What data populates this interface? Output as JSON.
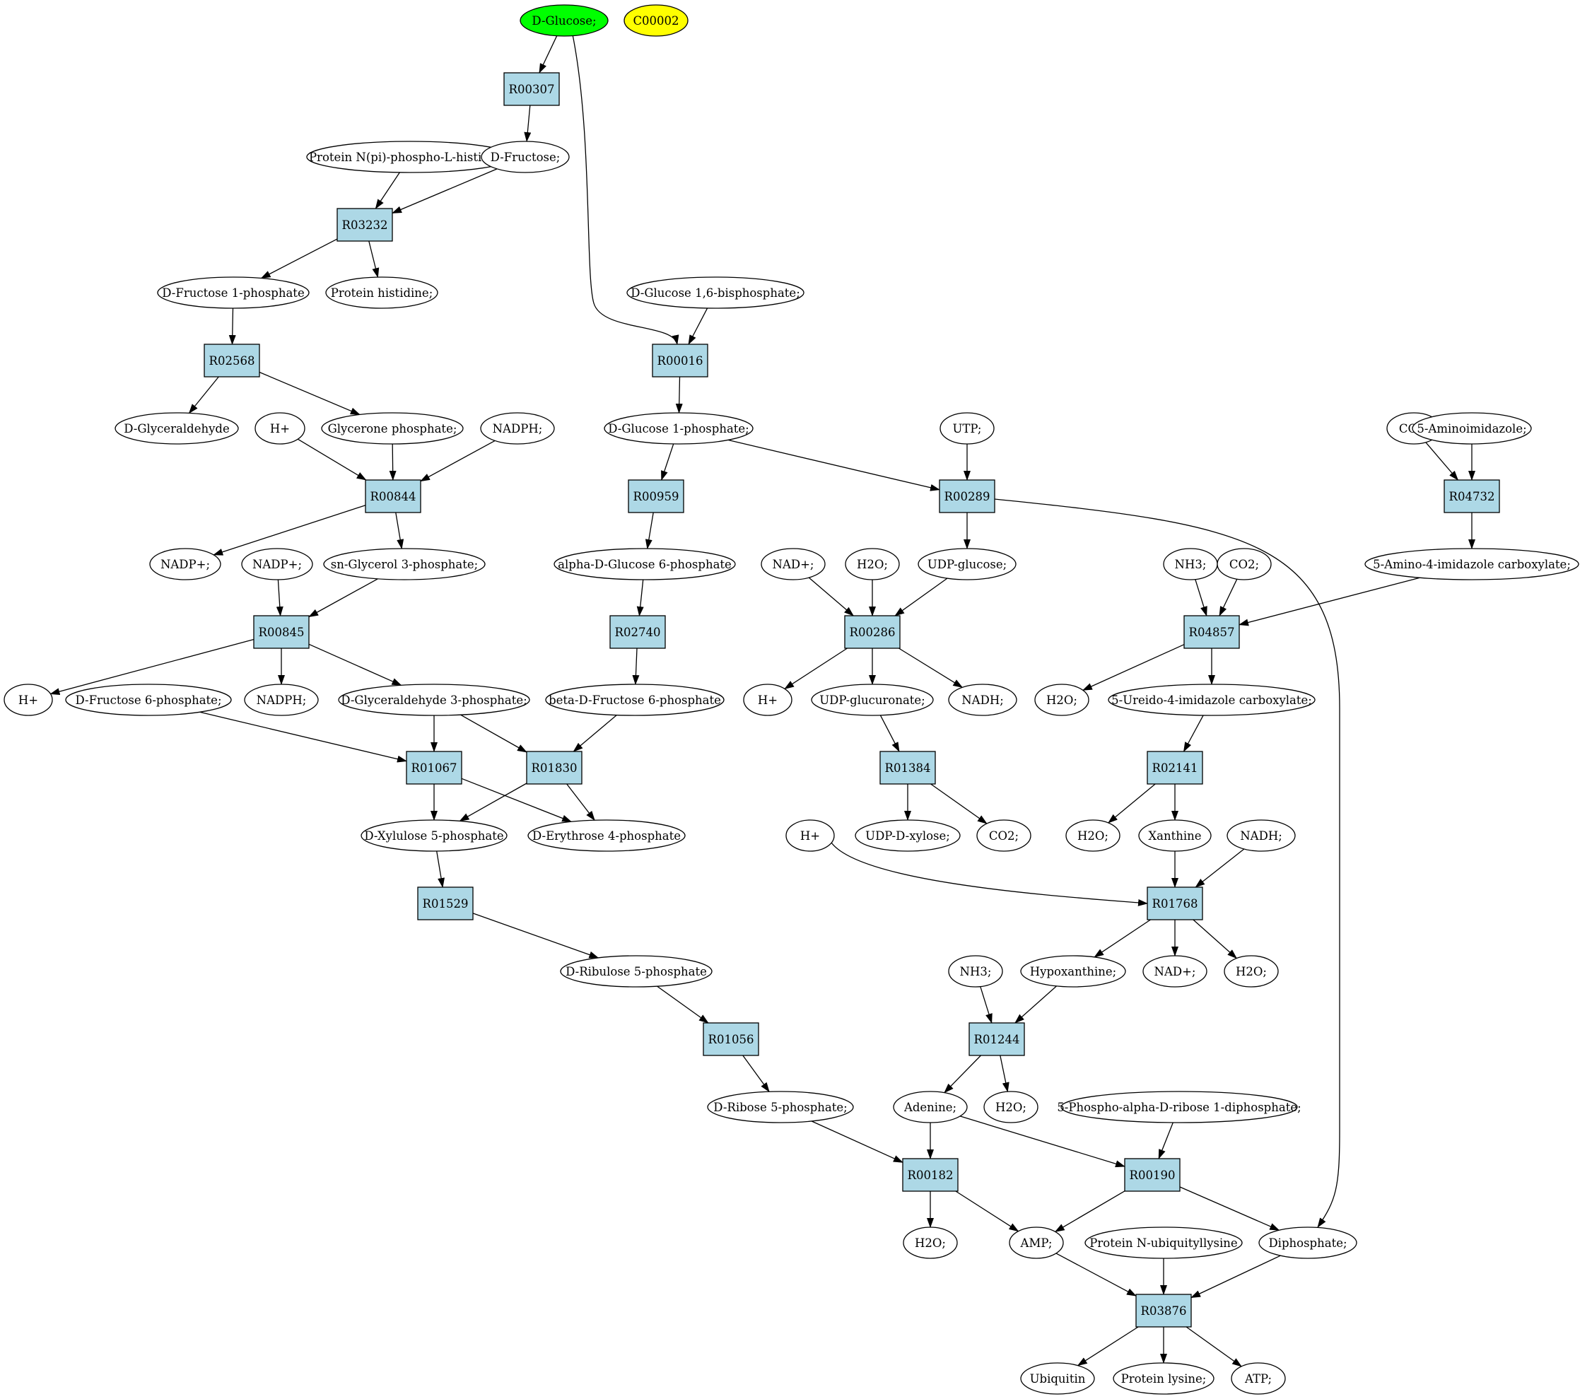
{
  "diagram": {
    "colors": {
      "reaction_fill": "#add8e6",
      "metabolite_fill": "#ffffff",
      "start_fill": "#00ff00",
      "highlight_fill": "#ffff00",
      "stroke": "#000000"
    },
    "nodes": [
      {
        "id": "n_dglucose",
        "label": "D-Glucose;",
        "shape": "ellipse",
        "style": "start"
      },
      {
        "id": "n_c00002",
        "label": "C00002",
        "shape": "ellipse",
        "style": "highlight"
      },
      {
        "id": "r_R00307",
        "label": "R00307",
        "shape": "box"
      },
      {
        "id": "n_protphis",
        "label": "Protein N(pi)-phospho-L-histidine;",
        "shape": "ellipse"
      },
      {
        "id": "n_dfructose",
        "label": "D-Fructose;",
        "shape": "ellipse"
      },
      {
        "id": "r_R03232",
        "label": "R03232",
        "shape": "box"
      },
      {
        "id": "n_dfru1p",
        "label": "D-Fructose 1-phosphate",
        "shape": "ellipse"
      },
      {
        "id": "n_prothis",
        "label": "Protein histidine;",
        "shape": "ellipse"
      },
      {
        "id": "n_dglc16bp",
        "label": "D-Glucose 1,6-bisphosphate;",
        "shape": "ellipse"
      },
      {
        "id": "r_R02568",
        "label": "R02568",
        "shape": "box"
      },
      {
        "id": "r_R00016",
        "label": "R00016",
        "shape": "box"
      },
      {
        "id": "n_dglyceraldehyde",
        "label": "D-Glyceraldehyde",
        "shape": "ellipse"
      },
      {
        "id": "n_hplus1",
        "label": "H+",
        "shape": "ellipse"
      },
      {
        "id": "n_glyceroneP",
        "label": "Glycerone phosphate;",
        "shape": "ellipse"
      },
      {
        "id": "n_nadph1",
        "label": "NADPH;",
        "shape": "ellipse"
      },
      {
        "id": "n_dglc1p",
        "label": "D-Glucose 1-phosphate;",
        "shape": "ellipse"
      },
      {
        "id": "n_utp",
        "label": "UTP;",
        "shape": "ellipse"
      },
      {
        "id": "n_co2a",
        "label": "CO2;",
        "shape": "ellipse"
      },
      {
        "id": "n_5aminoimid",
        "label": "5-Aminoimidazole;",
        "shape": "ellipse"
      },
      {
        "id": "r_R00844",
        "label": "R00844",
        "shape": "box"
      },
      {
        "id": "r_R00959",
        "label": "R00959",
        "shape": "box"
      },
      {
        "id": "r_R00289",
        "label": "R00289",
        "shape": "box"
      },
      {
        "id": "r_R04732",
        "label": "R04732",
        "shape": "box"
      },
      {
        "id": "n_nadpplus1",
        "label": "NADP+;",
        "shape": "ellipse"
      },
      {
        "id": "n_nadpplus2",
        "label": "NADP+;",
        "shape": "ellipse"
      },
      {
        "id": "n_snglycerol3p",
        "label": "sn-Glycerol 3-phosphate;",
        "shape": "ellipse"
      },
      {
        "id": "n_adglc6p",
        "label": "alpha-D-Glucose 6-phosphate",
        "shape": "ellipse"
      },
      {
        "id": "n_nadplus1",
        "label": "NAD+;",
        "shape": "ellipse"
      },
      {
        "id": "n_h2o1",
        "label": "H2O;",
        "shape": "ellipse"
      },
      {
        "id": "n_udpglucose",
        "label": "UDP-glucose;",
        "shape": "ellipse"
      },
      {
        "id": "n_nh3a",
        "label": "NH3;",
        "shape": "ellipse"
      },
      {
        "id": "n_co2b",
        "label": "CO2;",
        "shape": "ellipse"
      },
      {
        "id": "n_5amino4imid",
        "label": "5-Amino-4-imidazole carboxylate;",
        "shape": "ellipse"
      },
      {
        "id": "r_R00845",
        "label": "R00845",
        "shape": "box"
      },
      {
        "id": "r_R02740",
        "label": "R02740",
        "shape": "box"
      },
      {
        "id": "r_R00286",
        "label": "R00286",
        "shape": "box"
      },
      {
        "id": "r_R04857",
        "label": "R04857",
        "shape": "box"
      },
      {
        "id": "n_hplus2",
        "label": "H+",
        "shape": "ellipse"
      },
      {
        "id": "n_dfru6p",
        "label": "D-Fructose 6-phosphate;",
        "shape": "ellipse"
      },
      {
        "id": "n_nadph2",
        "label": "NADPH;",
        "shape": "ellipse"
      },
      {
        "id": "n_dga3p",
        "label": "D-Glyceraldehyde 3-phosphate;",
        "shape": "ellipse"
      },
      {
        "id": "n_bdfru6p",
        "label": "beta-D-Fructose 6-phosphate",
        "shape": "ellipse"
      },
      {
        "id": "n_hplus3",
        "label": "H+",
        "shape": "ellipse"
      },
      {
        "id": "n_udpglucuronate",
        "label": "UDP-glucuronate;",
        "shape": "ellipse"
      },
      {
        "id": "n_nadh1",
        "label": "NADH;",
        "shape": "ellipse"
      },
      {
        "id": "n_h2o2",
        "label": "H2O;",
        "shape": "ellipse"
      },
      {
        "id": "n_5ureido",
        "label": "5-Ureido-4-imidazole carboxylate;",
        "shape": "ellipse"
      },
      {
        "id": "r_R01067",
        "label": "R01067",
        "shape": "box"
      },
      {
        "id": "r_R01830",
        "label": "R01830",
        "shape": "box"
      },
      {
        "id": "r_R01384",
        "label": "R01384",
        "shape": "box"
      },
      {
        "id": "r_R02141",
        "label": "R02141",
        "shape": "box"
      },
      {
        "id": "n_dxyl5p",
        "label": "D-Xylulose 5-phosphate",
        "shape": "ellipse"
      },
      {
        "id": "n_dery4p",
        "label": "D-Erythrose 4-phosphate",
        "shape": "ellipse"
      },
      {
        "id": "n_hplus4",
        "label": "H+",
        "shape": "ellipse"
      },
      {
        "id": "n_udpxylose",
        "label": "UDP-D-xylose;",
        "shape": "ellipse"
      },
      {
        "id": "n_co2c",
        "label": "CO2;",
        "shape": "ellipse"
      },
      {
        "id": "n_h2o3",
        "label": "H2O;",
        "shape": "ellipse"
      },
      {
        "id": "n_xanthine",
        "label": "Xanthine",
        "shape": "ellipse"
      },
      {
        "id": "n_nadh2",
        "label": "NADH;",
        "shape": "ellipse"
      },
      {
        "id": "r_R01529",
        "label": "R01529",
        "shape": "box"
      },
      {
        "id": "r_R01768",
        "label": "R01768",
        "shape": "box"
      },
      {
        "id": "n_dribu5p",
        "label": "D-Ribulose 5-phosphate",
        "shape": "ellipse"
      },
      {
        "id": "n_nh3b",
        "label": "NH3;",
        "shape": "ellipse"
      },
      {
        "id": "n_hypoxanthine",
        "label": "Hypoxanthine;",
        "shape": "ellipse"
      },
      {
        "id": "n_nadplus2",
        "label": "NAD+;",
        "shape": "ellipse"
      },
      {
        "id": "n_h2o4",
        "label": "H2O;",
        "shape": "ellipse"
      },
      {
        "id": "r_R01056",
        "label": "R01056",
        "shape": "box"
      },
      {
        "id": "r_R01244",
        "label": "R01244",
        "shape": "box"
      },
      {
        "id": "n_drib5p",
        "label": "D-Ribose 5-phosphate;",
        "shape": "ellipse"
      },
      {
        "id": "n_adenine",
        "label": "Adenine;",
        "shape": "ellipse"
      },
      {
        "id": "n_h2o5",
        "label": "H2O;",
        "shape": "ellipse"
      },
      {
        "id": "n_prpp",
        "label": "5-Phospho-alpha-D-ribose 1-diphosphate;",
        "shape": "ellipse"
      },
      {
        "id": "r_R00182",
        "label": "R00182",
        "shape": "box"
      },
      {
        "id": "r_R00190",
        "label": "R00190",
        "shape": "box"
      },
      {
        "id": "n_h2o6",
        "label": "H2O;",
        "shape": "ellipse"
      },
      {
        "id": "n_amp",
        "label": "AMP;",
        "shape": "ellipse"
      },
      {
        "id": "n_protubiq",
        "label": "Protein N-ubiquityllysine",
        "shape": "ellipse"
      },
      {
        "id": "n_diphosphate",
        "label": "Diphosphate;",
        "shape": "ellipse"
      },
      {
        "id": "r_R03876",
        "label": "R03876",
        "shape": "box"
      },
      {
        "id": "n_ubiquitin",
        "label": "Ubiquitin",
        "shape": "ellipse"
      },
      {
        "id": "n_protlysine",
        "label": "Protein lysine;",
        "shape": "ellipse"
      },
      {
        "id": "n_atp",
        "label": "ATP;",
        "shape": "ellipse"
      }
    ],
    "edges": [
      {
        "from": "n_dglucose",
        "to": "r_R00307"
      },
      {
        "from": "n_dglucose",
        "to": "r_R00016"
      },
      {
        "from": "r_R00307",
        "to": "n_dfructose"
      },
      {
        "from": "n_protphis",
        "to": "r_R03232"
      },
      {
        "from": "n_dfructose",
        "to": "r_R03232"
      },
      {
        "from": "r_R03232",
        "to": "n_dfru1p"
      },
      {
        "from": "r_R03232",
        "to": "n_prothis"
      },
      {
        "from": "n_dfru1p",
        "to": "r_R02568"
      },
      {
        "from": "n_dglc16bp",
        "to": "r_R00016"
      },
      {
        "from": "r_R02568",
        "to": "n_dglyceraldehyde"
      },
      {
        "from": "r_R02568",
        "to": "n_glyceroneP"
      },
      {
        "from": "r_R00016",
        "to": "n_dglc1p"
      },
      {
        "from": "n_hplus1",
        "to": "r_R00844"
      },
      {
        "from": "n_glyceroneP",
        "to": "r_R00844"
      },
      {
        "from": "n_nadph1",
        "to": "r_R00844"
      },
      {
        "from": "n_dglc1p",
        "to": "r_R00959"
      },
      {
        "from": "n_dglc1p",
        "to": "r_R00289"
      },
      {
        "from": "n_utp",
        "to": "r_R00289"
      },
      {
        "from": "n_co2a",
        "to": "r_R04732"
      },
      {
        "from": "n_5aminoimid",
        "to": "r_R04732"
      },
      {
        "from": "r_R00844",
        "to": "n_nadpplus1"
      },
      {
        "from": "r_R00844",
        "to": "n_snglycerol3p"
      },
      {
        "from": "r_R00959",
        "to": "n_adglc6p"
      },
      {
        "from": "r_R00289",
        "to": "n_udpglucose"
      },
      {
        "from": "r_R00289",
        "to": "n_diphosphate"
      },
      {
        "from": "r_R04732",
        "to": "n_5amino4imid"
      },
      {
        "from": "n_nadpplus2",
        "to": "r_R00845"
      },
      {
        "from": "n_snglycerol3p",
        "to": "r_R00845"
      },
      {
        "from": "n_adglc6p",
        "to": "r_R02740"
      },
      {
        "from": "n_nadplus1",
        "to": "r_R00286"
      },
      {
        "from": "n_h2o1",
        "to": "r_R00286"
      },
      {
        "from": "n_udpglucose",
        "to": "r_R00286"
      },
      {
        "from": "n_nh3a",
        "to": "r_R04857"
      },
      {
        "from": "n_co2b",
        "to": "r_R04857"
      },
      {
        "from": "n_5amino4imid",
        "to": "r_R04857"
      },
      {
        "from": "r_R00845",
        "to": "n_hplus2"
      },
      {
        "from": "r_R00845",
        "to": "n_nadph2"
      },
      {
        "from": "r_R00845",
        "to": "n_dga3p"
      },
      {
        "from": "r_R02740",
        "to": "n_bdfru6p"
      },
      {
        "from": "r_R00286",
        "to": "n_hplus3"
      },
      {
        "from": "r_R00286",
        "to": "n_udpglucuronate"
      },
      {
        "from": "r_R00286",
        "to": "n_nadh1"
      },
      {
        "from": "r_R04857",
        "to": "n_h2o2"
      },
      {
        "from": "r_R04857",
        "to": "n_5ureido"
      },
      {
        "from": "n_dfru6p",
        "to": "r_R01067"
      },
      {
        "from": "n_dga3p",
        "to": "r_R01067"
      },
      {
        "from": "n_dga3p",
        "to": "r_R01830"
      },
      {
        "from": "n_bdfru6p",
        "to": "r_R01830"
      },
      {
        "from": "n_udpglucuronate",
        "to": "r_R01384"
      },
      {
        "from": "n_5ureido",
        "to": "r_R02141"
      },
      {
        "from": "r_R01067",
        "to": "n_dxyl5p"
      },
      {
        "from": "r_R01067",
        "to": "n_dery4p"
      },
      {
        "from": "r_R01830",
        "to": "n_dxyl5p"
      },
      {
        "from": "r_R01830",
        "to": "n_dery4p"
      },
      {
        "from": "r_R01384",
        "to": "n_udpxylose"
      },
      {
        "from": "r_R01384",
        "to": "n_co2c"
      },
      {
        "from": "r_R02141",
        "to": "n_h2o3"
      },
      {
        "from": "r_R02141",
        "to": "n_xanthine"
      },
      {
        "from": "n_dxyl5p",
        "to": "r_R01529"
      },
      {
        "from": "n_hplus4",
        "to": "r_R01768"
      },
      {
        "from": "n_xanthine",
        "to": "r_R01768"
      },
      {
        "from": "n_nadh2",
        "to": "r_R01768"
      },
      {
        "from": "r_R01529",
        "to": "n_dribu5p"
      },
      {
        "from": "r_R01768",
        "to": "n_hypoxanthine"
      },
      {
        "from": "r_R01768",
        "to": "n_nadplus2"
      },
      {
        "from": "r_R01768",
        "to": "n_h2o4"
      },
      {
        "from": "n_dribu5p",
        "to": "r_R01056"
      },
      {
        "from": "n_nh3b",
        "to": "r_R01244"
      },
      {
        "from": "n_hypoxanthine",
        "to": "r_R01244"
      },
      {
        "from": "r_R01056",
        "to": "n_drib5p"
      },
      {
        "from": "r_R01244",
        "to": "n_adenine"
      },
      {
        "from": "r_R01244",
        "to": "n_h2o5"
      },
      {
        "from": "n_drib5p",
        "to": "r_R00182"
      },
      {
        "from": "n_adenine",
        "to": "r_R00182"
      },
      {
        "from": "n_adenine",
        "to": "r_R00190"
      },
      {
        "from": "n_prpp",
        "to": "r_R00190"
      },
      {
        "from": "r_R00182",
        "to": "n_h2o6"
      },
      {
        "from": "r_R00182",
        "to": "n_amp"
      },
      {
        "from": "r_R00190",
        "to": "n_amp"
      },
      {
        "from": "r_R00190",
        "to": "n_diphosphate"
      },
      {
        "from": "n_amp",
        "to": "r_R03876"
      },
      {
        "from": "n_protubiq",
        "to": "r_R03876"
      },
      {
        "from": "n_diphosphate",
        "to": "r_R03876"
      },
      {
        "from": "r_R03876",
        "to": "n_ubiquitin"
      },
      {
        "from": "r_R03876",
        "to": "n_protlysine"
      },
      {
        "from": "r_R03876",
        "to": "n_atp"
      }
    ]
  }
}
